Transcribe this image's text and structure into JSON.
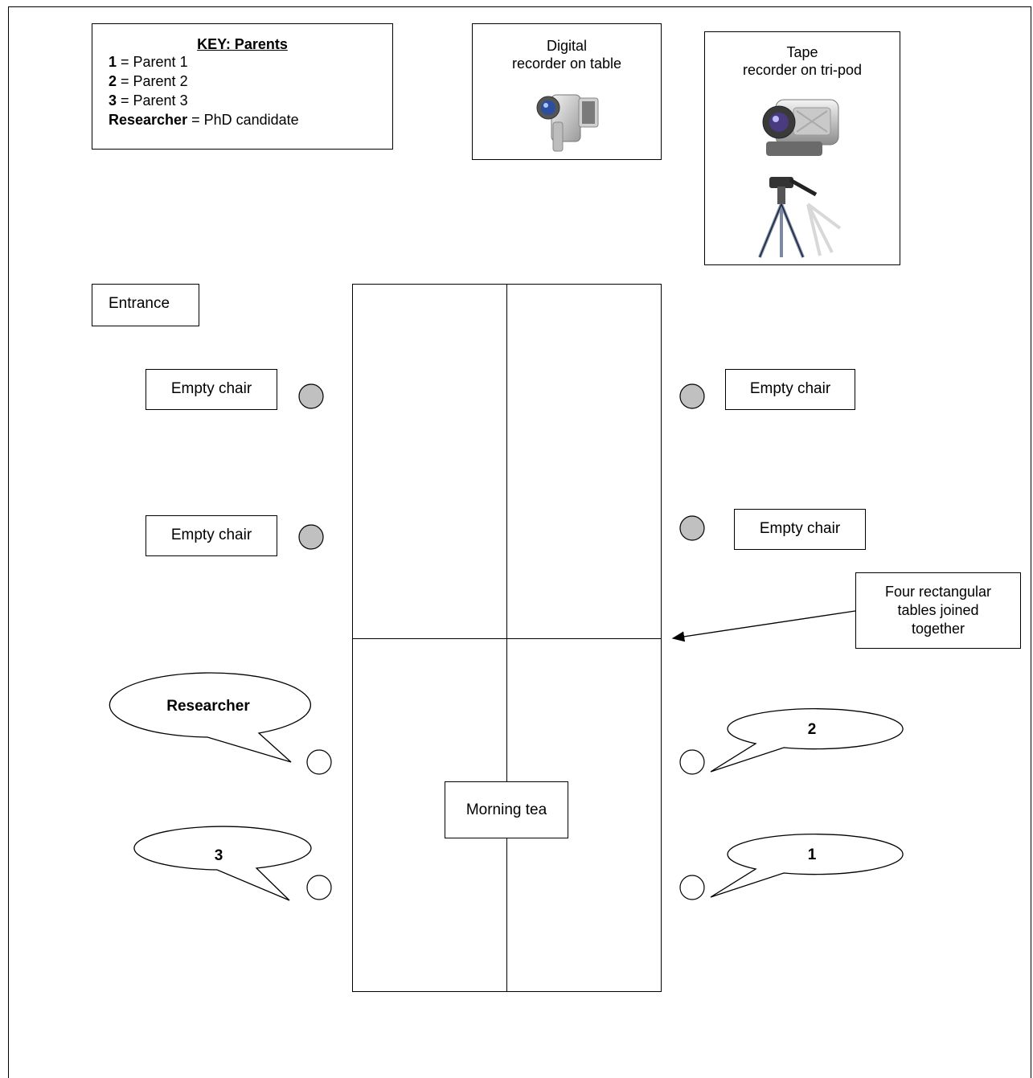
{
  "key": {
    "title": "KEY: Parents",
    "rows": [
      {
        "bold": "1",
        "rest": " = Parent 1"
      },
      {
        "bold": "2",
        "rest": " = Parent 2"
      },
      {
        "bold": "3",
        "rest": " = Parent 3"
      },
      {
        "bold": "Researcher",
        "rest": " = PhD candidate"
      }
    ]
  },
  "digital_recorder": {
    "line1": "Digital",
    "line2": "recorder on table"
  },
  "tape_recorder": {
    "line1": "Tape",
    "line2": "recorder on tri-pod"
  },
  "entrance": "Entrance",
  "empty_chair_label": "Empty chair",
  "tables_note": {
    "line1": "Four rectangular",
    "line2": "tables joined",
    "line3": "together"
  },
  "morning_tea": "Morning tea",
  "bubbles": {
    "researcher": "Researcher",
    "p2": "2",
    "p3": "3",
    "p1": "1"
  },
  "colors": {
    "chair_empty": "#c0c0c0",
    "chair_occupied": "#ffffff",
    "line": "#000000"
  },
  "icons": {
    "digital_recorder": "camcorder-icon",
    "tape_recorder": "camcorder-icon",
    "tripod": "tripod-icon"
  }
}
